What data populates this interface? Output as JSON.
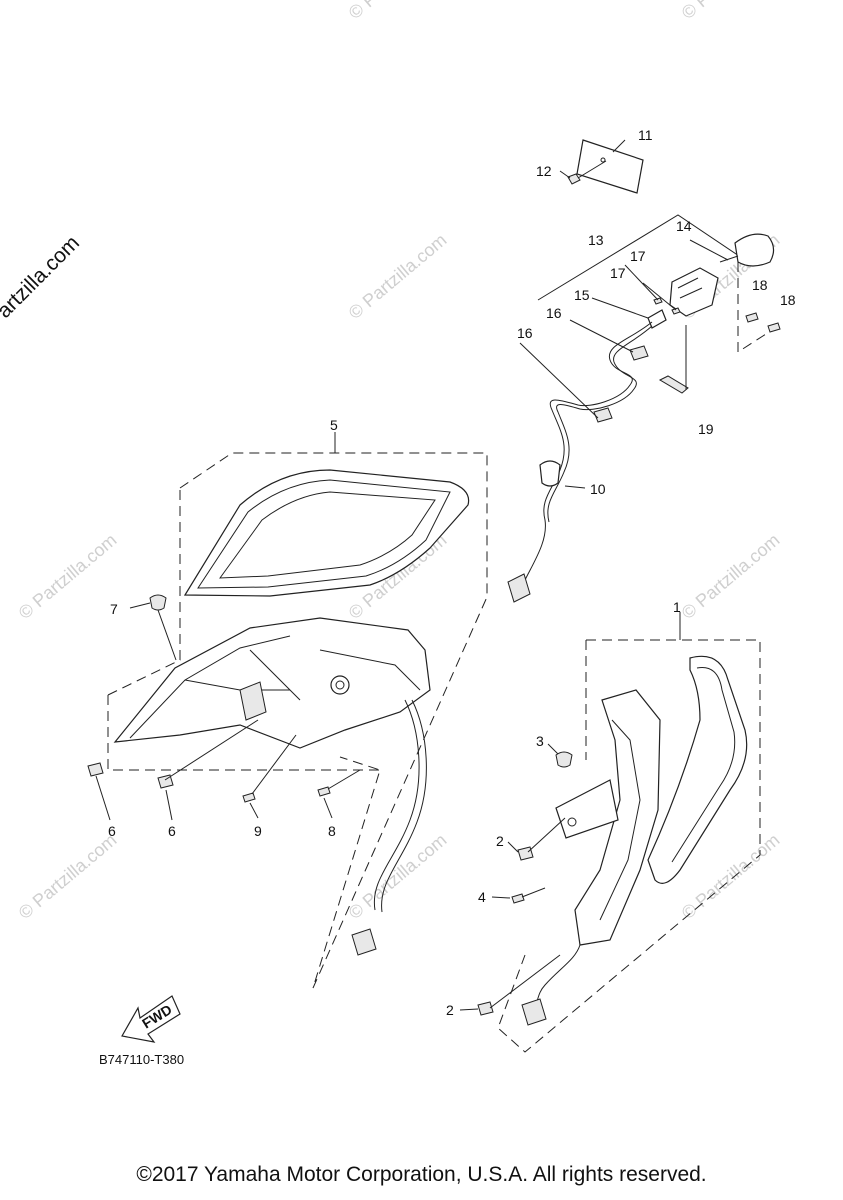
{
  "watermark": {
    "main": "© Partzilla.com",
    "faint": "© Partzilla.com"
  },
  "callouts": [
    "1",
    "2",
    "2",
    "3",
    "4",
    "5",
    "6",
    "6",
    "7",
    "8",
    "9",
    "10",
    "11",
    "12",
    "13",
    "14",
    "15",
    "16",
    "16",
    "17",
    "17",
    "18",
    "18",
    "19"
  ],
  "fwd_label": "FWD",
  "diagram_code": "B747110-T380",
  "copyright": "©2017 Yamaha Motor Corporation, U.S.A. All rights reserved."
}
